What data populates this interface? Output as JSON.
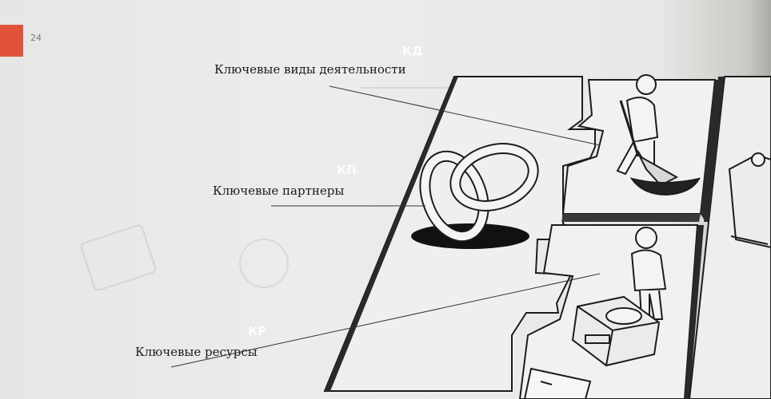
{
  "page": {
    "number": "24"
  },
  "labels": {
    "key_activities": "Ключевые виды деятельности",
    "key_partners": "Ключевые партнеры",
    "key_resources": "Ключевые ресурсы"
  },
  "ghost_tags": {
    "kd": "КД",
    "kp": "КП",
    "kr": "КР"
  },
  "colors": {
    "accent": "#e0533a",
    "ink": "#1b1b1b",
    "paper": "#e9e9e7"
  }
}
